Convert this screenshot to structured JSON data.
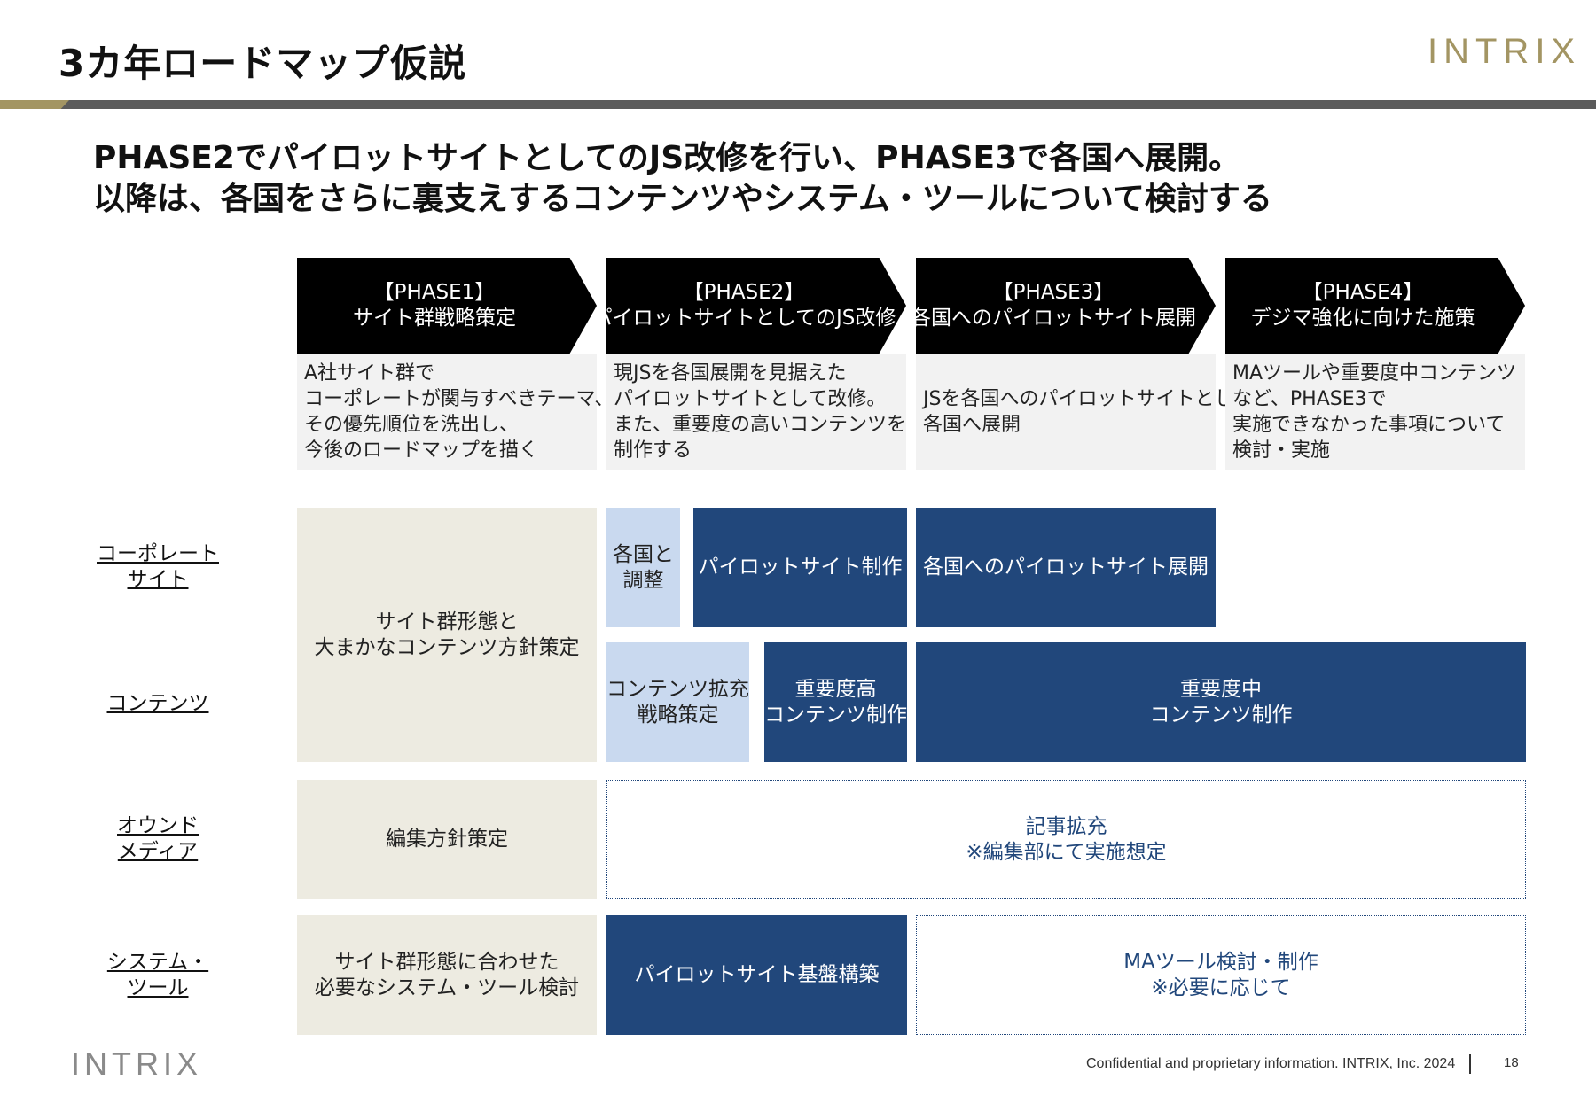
{
  "header": {
    "title": "3カ年ロードマップ仮説",
    "logo_text": "INTRIX"
  },
  "headline": {
    "line1": "PHASE2でパイロットサイトとしてのJS改修を行い、PHASE3で各国へ展開。",
    "line2": "以降は、各国をさらに裏支えするコンテンツやシステム・ツールについて検討する"
  },
  "phases": [
    {
      "label": "【PHASE1】",
      "name": "サイト群戦略策定",
      "desc": [
        "A社サイト群で",
        "コーポレートが関与すべきテーマ、",
        "その優先順位を洗出し、",
        "今後のロードマップを描く"
      ]
    },
    {
      "label": "【PHASE2】",
      "name": "パイロットサイトとしてのJS改修",
      "desc": [
        "現JSを各国展開を見据えた",
        "パイロットサイトとして改修。",
        "また、重要度の高いコンテンツを",
        "制作する"
      ]
    },
    {
      "label": "【PHASE3】",
      "name": "各国へのパイロットサイト展開",
      "desc": [
        "JSを各国へのパイロットサイトとし",
        "各国へ展開"
      ]
    },
    {
      "label": "【PHASE4】",
      "name": "デジマ強化に向けた施策",
      "desc": [
        "MAツールや重要度中コンテンツ",
        "など、PHASE3で",
        "実施できなかった事項について",
        "検討・実施"
      ]
    }
  ],
  "rows": [
    {
      "label": [
        "コーポレート",
        "サイト"
      ]
    },
    {
      "label": [
        "コンテンツ"
      ]
    },
    {
      "label": [
        "オウンド",
        "メディア"
      ]
    },
    {
      "label": [
        "システム・",
        "ツール"
      ]
    }
  ],
  "cells": {
    "site_strategy": [
      "サイト群形態と",
      "大まかなコンテンツ方針策定"
    ],
    "coordination": [
      "各国と",
      "調整"
    ],
    "pilot_build": [
      "パイロットサイト制作"
    ],
    "pilot_rollout": [
      "各国へのパイロットサイト展開"
    ],
    "content_strategy": [
      "コンテンツ拡充",
      "戦略策定"
    ],
    "high_content": [
      "重要度高",
      "コンテンツ制作"
    ],
    "mid_content": [
      "重要度中",
      "コンテンツ制作"
    ],
    "editorial_policy": [
      "編集方針策定"
    ],
    "article_expansion": [
      "記事拡充",
      "※編集部にて実施想定"
    ],
    "system_review": [
      "サイト群形態に合わせた",
      "必要なシステム・ツール検討"
    ],
    "pilot_platform": [
      "パイロットサイト基盤構築"
    ],
    "ma_tools": [
      "MAツール検討・制作",
      "※必要に応じて"
    ]
  },
  "footer": {
    "logo_text": "INTRIX",
    "confidential": "Confidential and proprietary information. INTRIX, Inc. 2024",
    "page_number": "18"
  },
  "colors": {
    "navy": "#21477b",
    "light_blue": "#c9d9ef",
    "beige": "#edebe1",
    "gold": "#a39563",
    "black": "#000000"
  }
}
